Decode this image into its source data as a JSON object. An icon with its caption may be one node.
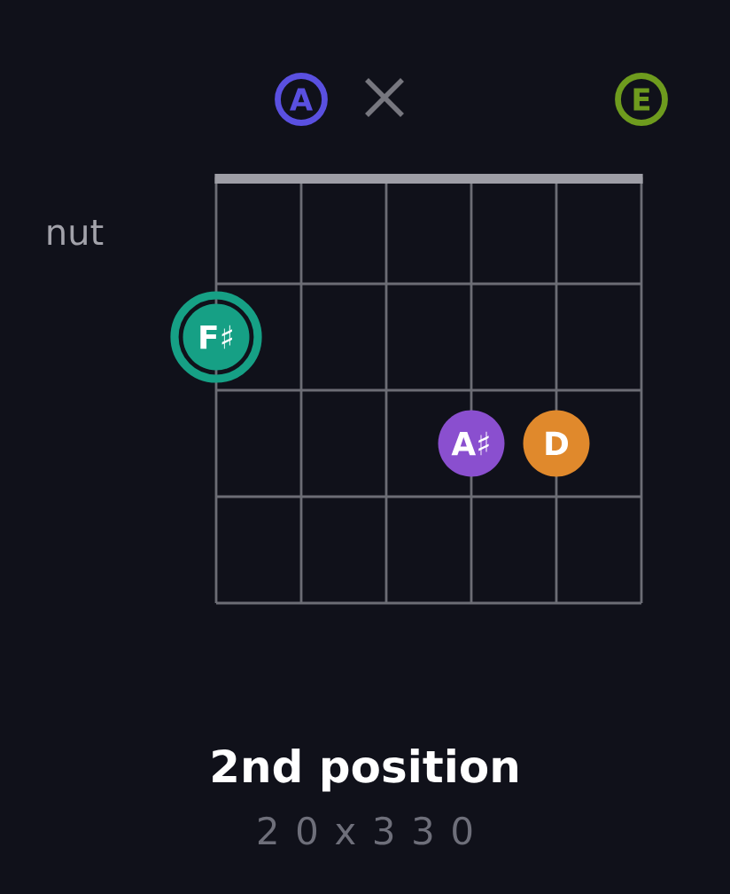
{
  "diagram": {
    "title": "2nd position",
    "caption": "2 0 x 3 3 0",
    "nodes": [
      {
        "text": [
          "A"
        ]
      },
      {
        "text": [],
        "shape": "cross"
      },
      {
        "text": [
          "E"
        ]
      },
      {
        "text": [
          "F♯"
        ]
      },
      {
        "text": [
          "A♯"
        ]
      },
      {
        "text": [
          "D"
        ]
      }
    ],
    "labels": [
      "nut"
    ]
  }
}
